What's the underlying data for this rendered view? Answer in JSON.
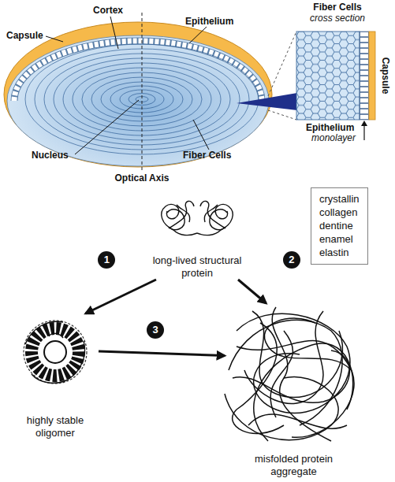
{
  "diagram": {
    "nodes": [
      {
        "text": [
          "long-lived structural protein"
        ]
      },
      {
        "text": [
          "highly stable oligomer"
        ]
      },
      {
        "text": [
          "misfolded protein aggregate"
        ]
      },
      {
        "text": [
          "crystallin collagen dentine enamel elastin"
        ]
      }
    ],
    "edges": [
      {
        "from": 0,
        "to": 1,
        "arrow": "to",
        "label": "1"
      },
      {
        "from": 0,
        "to": 2,
        "arrow": "to",
        "label": "2"
      },
      {
        "from": 1,
        "to": 2,
        "arrow": "to",
        "label": "3"
      }
    ],
    "labels": [
      "Capsule",
      "Cortex",
      "Epithelium",
      "Nucleus",
      "Fiber Cells",
      "Optical Axis",
      "Fiber Cells",
      "cross section",
      "Capsule",
      "Epithelium",
      "monolayer"
    ]
  }
}
